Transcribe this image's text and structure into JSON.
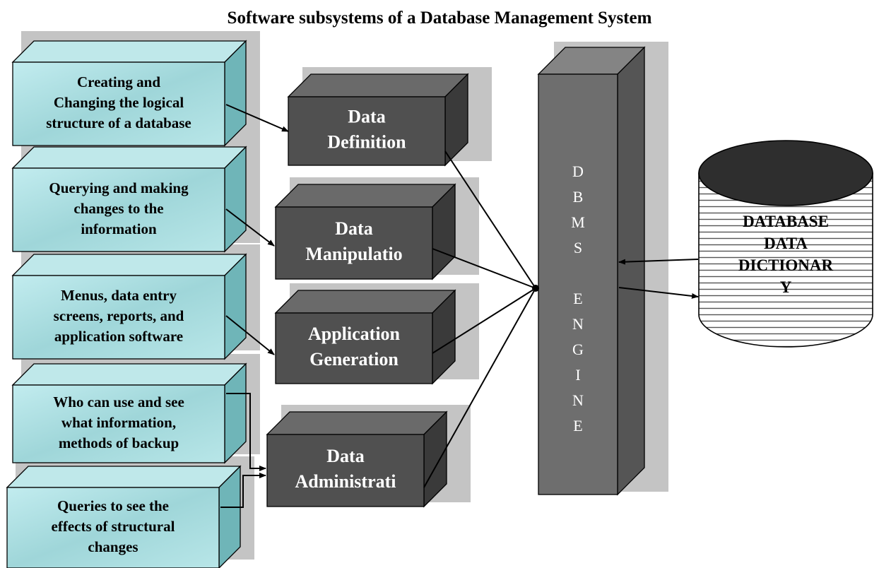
{
  "title": "Software subsystems of a Database Management System",
  "descriptions": [
    {
      "lines": [
        "Creating and",
        "Changing the logical",
        "structure of a database"
      ]
    },
    {
      "lines": [
        "Querying and making",
        "changes to the",
        "information"
      ]
    },
    {
      "lines": [
        "Menus, data entry",
        "screens, reports, and",
        "application software"
      ]
    },
    {
      "lines": [
        "Who can use and see",
        "what information,",
        "methods of backup"
      ]
    },
    {
      "lines": [
        "Queries to see the",
        "effects of structural",
        "changes"
      ]
    }
  ],
  "subsystems": [
    {
      "lines": [
        "Data",
        "Definition"
      ]
    },
    {
      "lines": [
        "Data",
        "Manipulatio"
      ]
    },
    {
      "lines": [
        "Application",
        "Generation"
      ]
    },
    {
      "lines": [
        "Data",
        "Administrati"
      ]
    }
  ],
  "engine": {
    "letters": [
      "D",
      "B",
      "M",
      "S",
      "",
      "E",
      "N",
      "G",
      "I",
      "N",
      "E"
    ]
  },
  "dictionary": {
    "lines": [
      "DATABASE",
      "DATA",
      "DICTIONAR",
      "Y"
    ]
  },
  "colors": {
    "desc_face": "#a8dde0",
    "desc_side": "#6fb5b8",
    "sub_face": "#505050",
    "sub_side": "#3a3a3a",
    "engine_face": "#6e6e6e",
    "shadow": "#c4c4c4",
    "cylinder_top": "#2e2e2e"
  }
}
